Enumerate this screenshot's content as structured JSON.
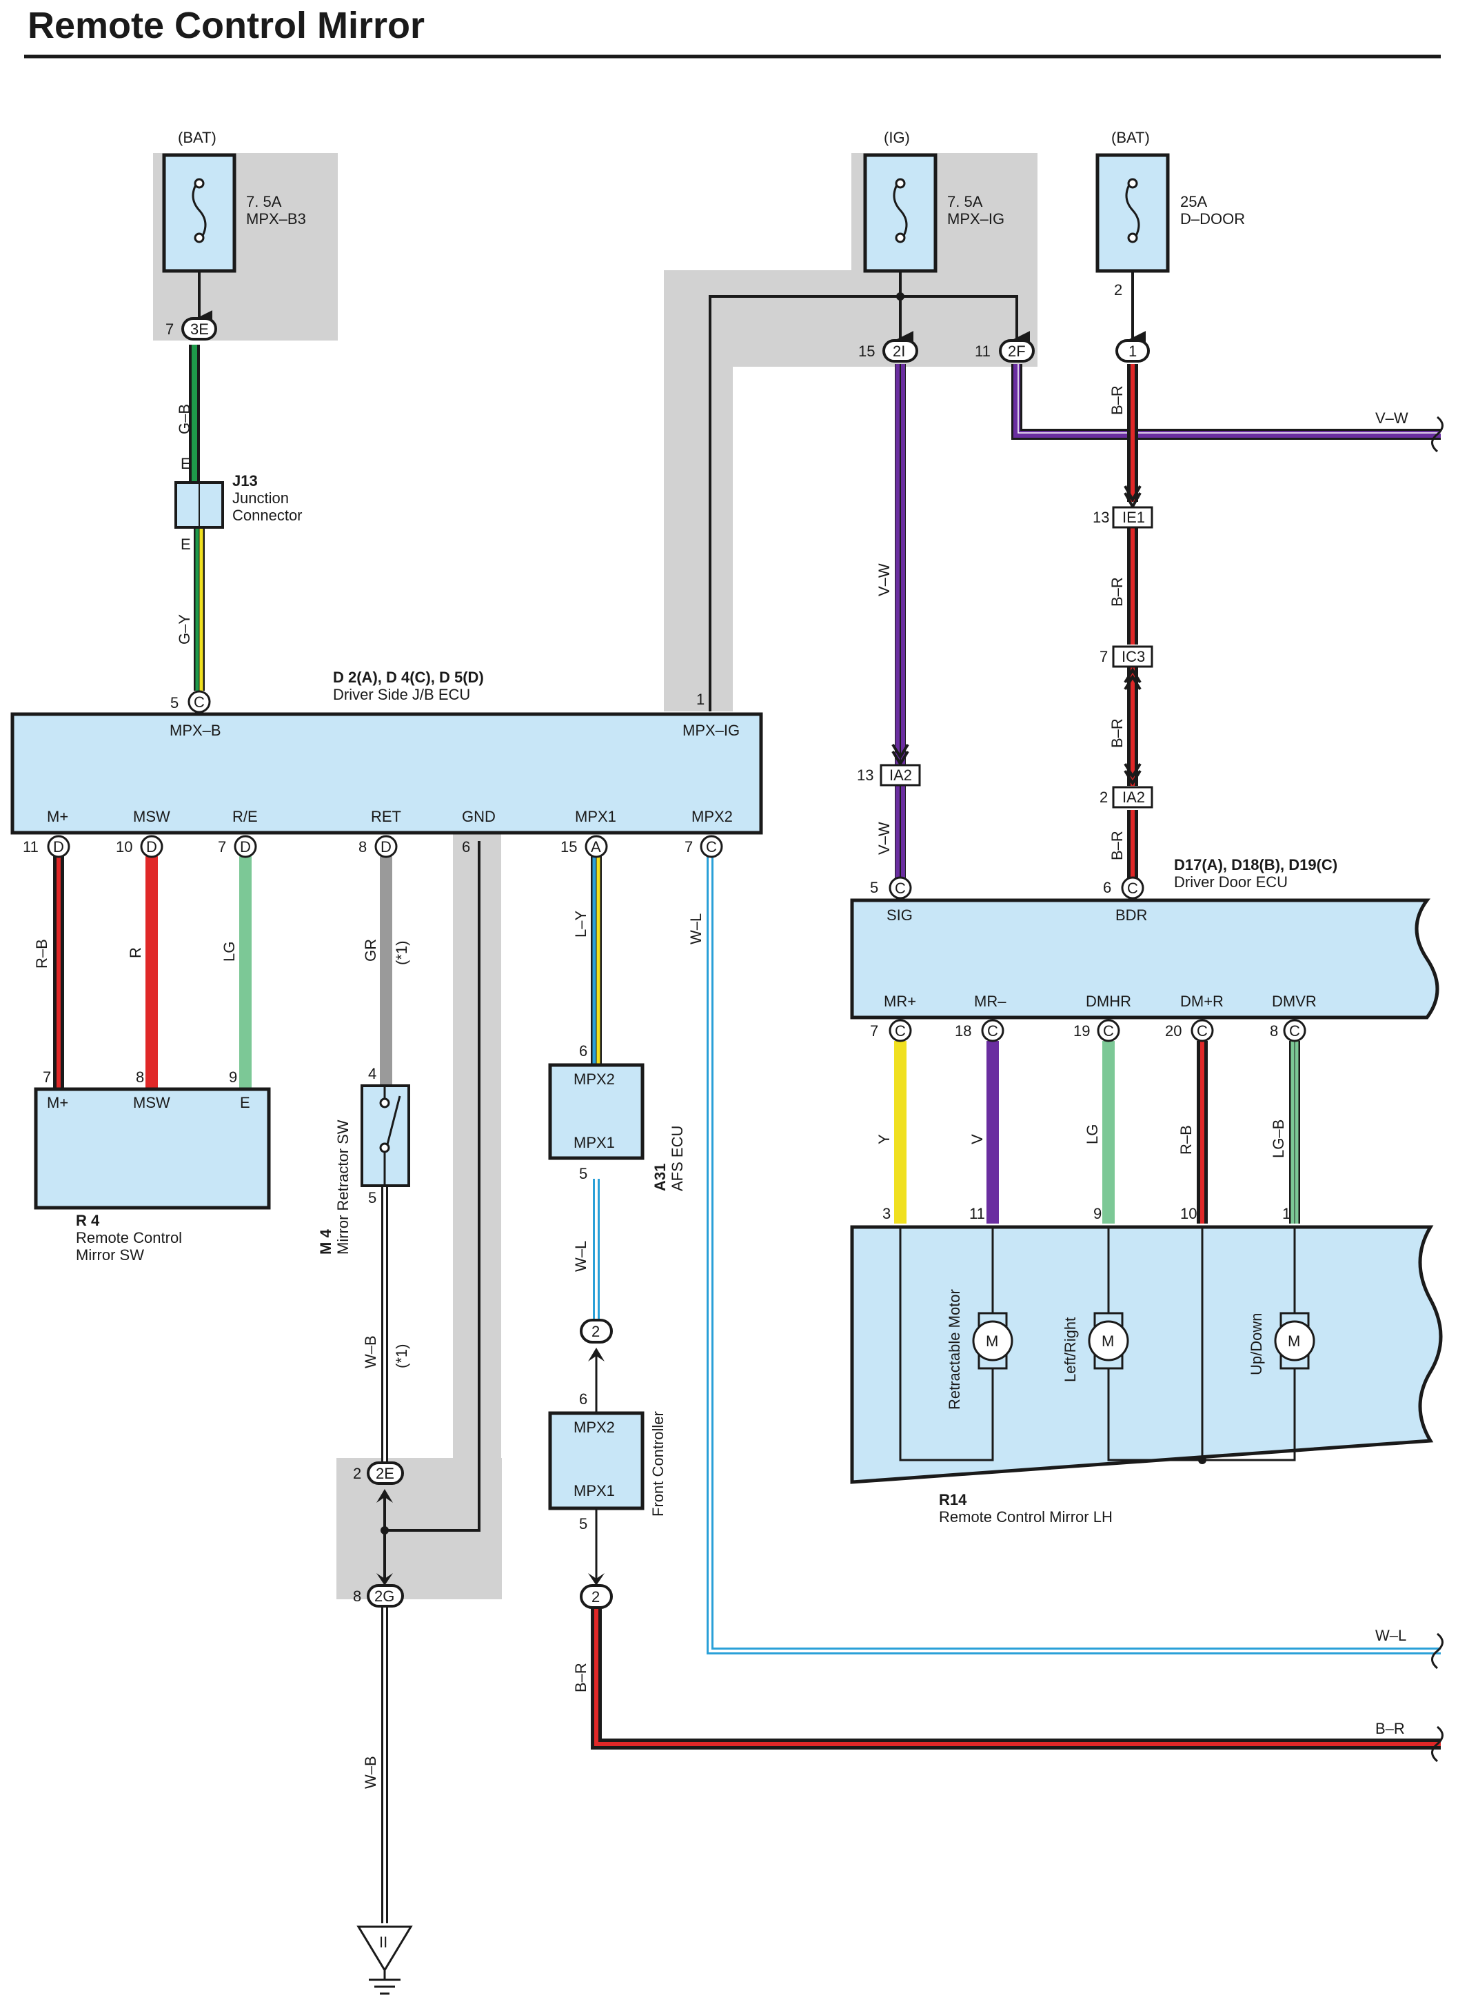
{
  "title": "Remote Control Mirror",
  "power": {
    "bat1": "(BAT)",
    "ig": "(IG)",
    "bat2": "(BAT)",
    "fuse1_amp": "7. 5A",
    "fuse1_name": "MPX–B3",
    "fuse2_amp": "7. 5A",
    "fuse2_name": "MPX–IG",
    "fuse3_amp": "25A",
    "fuse3_name": "D–DOOR"
  },
  "connectors": {
    "c3E": "3E",
    "c2I": "2I",
    "c2F": "2F",
    "c1": "1",
    "cIE1": "IE1",
    "cIC3": "IC3",
    "cIA2a": "IA2",
    "cIA2b": "IA2",
    "c2E": "2E",
    "c2G": "2G",
    "c2a": "2",
    "c2b": "2",
    "p7_3E": "7",
    "p15_2I": "15",
    "p11_2F": "11",
    "p2_fuse3": "2",
    "p13_IE1": "13",
    "p7_IC3": "7",
    "p13_IA2": "13",
    "p2_IA2": "2",
    "p2_2E": "2",
    "p8_2G": "8",
    "pE_top": "E",
    "pE_bot": "E"
  },
  "junction": {
    "id": "J13",
    "line1": "Junction",
    "line2": "Connector"
  },
  "jb_ecu": {
    "ids": "D 2(A), D 4(C), D 5(D)",
    "name": "Driver Side J/B ECU",
    "term_mpxb": "MPX–B",
    "term_mpxig": "MPX–IG",
    "pins": [
      "M+",
      "MSW",
      "R/E",
      "RET",
      "GND",
      "MPX1",
      "MPX2"
    ],
    "pin_nums": [
      "11",
      "10",
      "7",
      "8",
      "6",
      "15",
      "7"
    ],
    "pin_letters": [
      "D",
      "D",
      "D",
      "D",
      "",
      "A",
      "C"
    ],
    "top_pin_5": "5",
    "top_pin_5_letter": "C",
    "top_pin_1": "1"
  },
  "rc_mirror_sw": {
    "id": "R 4",
    "line1": "Remote Control",
    "line2": "Mirror SW",
    "terms": [
      "M+",
      "MSW",
      "E"
    ],
    "pins": [
      "7",
      "8",
      "9"
    ]
  },
  "retractor_sw": {
    "id": "M 4",
    "name": "Mirror Retractor SW",
    "pin_top": "4",
    "pin_bot": "5"
  },
  "afs_ecu": {
    "id": "A31",
    "name": "AFS ECU",
    "t1": "MPX2",
    "t2": "MPX1",
    "pin_top": "6",
    "pin_bot": "5"
  },
  "front_ctrl": {
    "name": "Front Controller",
    "t1": "MPX2",
    "t2": "MPX1",
    "pin_top": "6",
    "pin_bot": "5"
  },
  "door_ecu": {
    "ids": "D17(A), D18(B), D19(C)",
    "name": "Driver Door ECU",
    "sig": "SIG",
    "bdr": "BDR",
    "pin_sig": "5",
    "pin_bdr": "6",
    "terms": [
      "MR+",
      "MR–",
      "DMHR",
      "DM+R",
      "DMVR"
    ],
    "pins": [
      "7",
      "18",
      "19",
      "20",
      "8"
    ],
    "letter": "C"
  },
  "rc_mirror_lh": {
    "id": "R14",
    "name": "Remote Control Mirror LH",
    "pins": [
      "3",
      "11",
      "9",
      "10",
      "1"
    ],
    "motors": [
      "Retractable Motor",
      "Left/Right",
      "Up/Down"
    ],
    "motor_symbol": "M"
  },
  "wires": {
    "gb": "G–B",
    "gy": "G–Y",
    "vw_top": "V–W",
    "br1": "B–R",
    "br2": "B–R",
    "br3": "B–R",
    "br4": "B–R",
    "vw_mid": "V–W",
    "vw_low": "V–W",
    "rb": "R–B",
    "r": "R",
    "lg": "LG",
    "gr": "GR",
    "star1": "(*1)",
    "ly": "L–Y",
    "wl": "W–L",
    "wl2": "W–L",
    "wb": "W–B",
    "star2": "(*1)",
    "wb2": "W–B",
    "y": "Y",
    "v": "V",
    "lg2": "LG",
    "rb2": "R–B",
    "lgb": "LG–B",
    "wl_right": "W–L",
    "br_right": "B–R",
    "br_bottom": "B–R"
  },
  "ground": {
    "label": "II"
  }
}
